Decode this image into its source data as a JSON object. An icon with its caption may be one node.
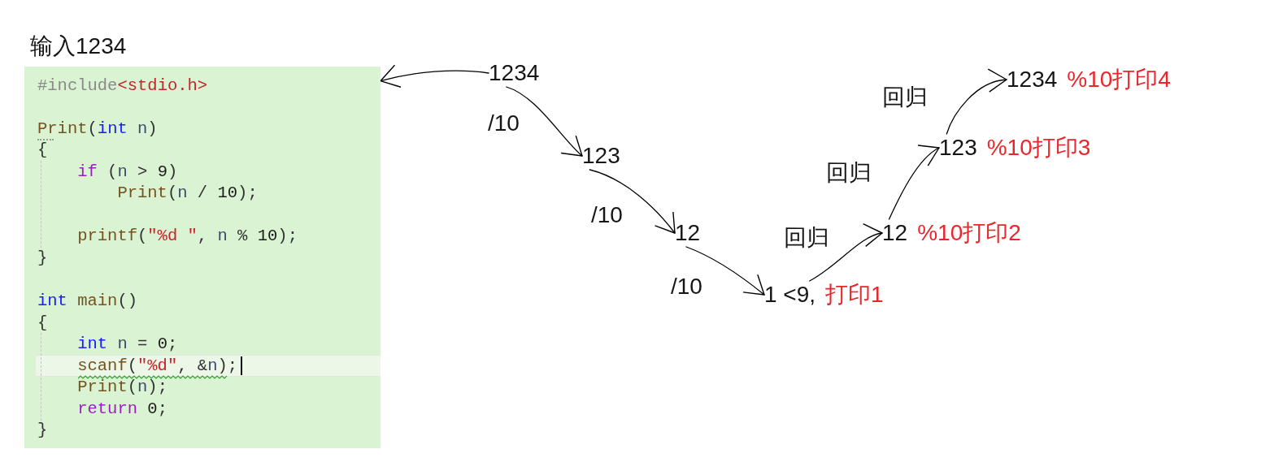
{
  "diagram": {
    "nodes": [
      {
        "text": [
          "输入1234",
          "#include<stdio.h>",
          "Print(int n)",
          "{",
          "if (n > 9)",
          "Print(n / 10);",
          "printf(\"%d \", n % 10);",
          "}",
          "int main()",
          "{",
          "int n = 0;",
          "scanf(\"%d\", &n);",
          "Print(n);",
          "return 0;",
          "}"
        ]
      },
      {
        "text": [
          "1234"
        ]
      },
      {
        "text": [
          "123"
        ]
      },
      {
        "text": [
          "12"
        ]
      },
      {
        "text": [
          "1 <9,",
          "打印1"
        ]
      },
      {
        "text": [
          "12",
          "%10打印2"
        ]
      },
      {
        "text": [
          "123",
          "%10打印3"
        ]
      },
      {
        "text": [
          "1234",
          "%10打印4"
        ]
      }
    ],
    "edges": [
      {
        "from": 1,
        "to": 0,
        "arrow": "to"
      },
      {
        "from": 1,
        "to": 2,
        "arrow": "to",
        "label": "/10"
      },
      {
        "from": 2,
        "to": 3,
        "arrow": "to",
        "label": "/10"
      },
      {
        "from": 3,
        "to": 4,
        "arrow": "to",
        "label": "/10"
      },
      {
        "from": 4,
        "to": 5,
        "arrow": "to",
        "label": "回归"
      },
      {
        "from": 5,
        "to": 6,
        "arrow": "to",
        "label": "回归"
      },
      {
        "from": 6,
        "to": 7,
        "arrow": "to",
        "label": "回归"
      }
    ]
  }
}
